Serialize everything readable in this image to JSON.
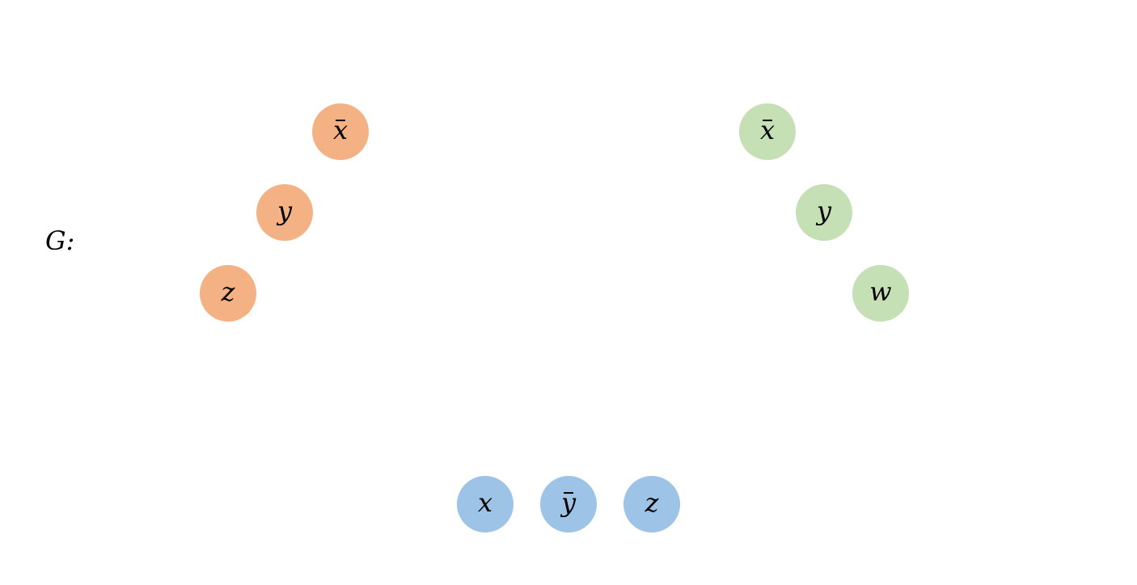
{
  "graph": {
    "label": "G:"
  },
  "colors": {
    "left_group": "#f4b183",
    "right_group": "#c5e0b4",
    "bottom_group": "#9dc3e6"
  },
  "groups": {
    "left": {
      "nodes": [
        {
          "label": "x",
          "negated": true
        },
        {
          "label": "y",
          "negated": false
        },
        {
          "label": "z",
          "negated": false
        }
      ]
    },
    "right": {
      "nodes": [
        {
          "label": "x",
          "negated": true
        },
        {
          "label": "y",
          "negated": false
        },
        {
          "label": "w",
          "negated": false
        }
      ]
    },
    "bottom": {
      "nodes": [
        {
          "label": "x",
          "negated": false
        },
        {
          "label": "y",
          "negated": true
        },
        {
          "label": "z",
          "negated": false
        }
      ]
    }
  }
}
